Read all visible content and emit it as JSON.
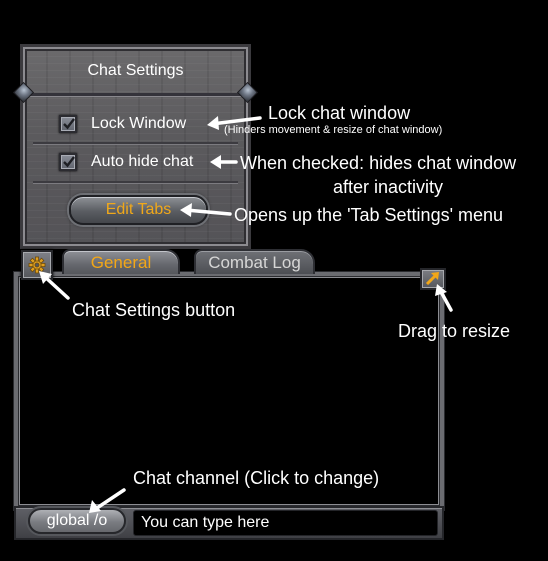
{
  "settings_panel": {
    "title": "Chat Settings",
    "lock_window": {
      "label": "Lock Window",
      "checked": true
    },
    "auto_hide": {
      "label": "Auto hide chat",
      "checked": true
    },
    "edit_tabs_label": "Edit Tabs"
  },
  "chat_window": {
    "tabs": [
      {
        "label": "General",
        "active": true
      },
      {
        "label": "Combat Log",
        "active": false
      }
    ],
    "channel_label": "global /o",
    "input_text": "You can type here"
  },
  "annotations": {
    "lock_title": "Lock chat window",
    "lock_sub": "(Hinders movement & resize of chat window)",
    "auto_hide_line1": "When checked: hides chat window",
    "auto_hide_line2": "after inactivity",
    "edit_tabs": "Opens up the 'Tab Settings' menu",
    "settings_button": "Chat Settings button",
    "resize": "Drag to resize",
    "channel": "Chat channel (Click to change)"
  },
  "colors": {
    "accent_orange": "#f3a717",
    "panel_wood": "#5b5a5d",
    "frame_metal": "#6b6c71",
    "text": "#ffffff"
  },
  "icons": {
    "settings_button": "gear-icon",
    "resize_handle": "resize-arrow-icon",
    "checkbox": "checkmark-icon"
  }
}
